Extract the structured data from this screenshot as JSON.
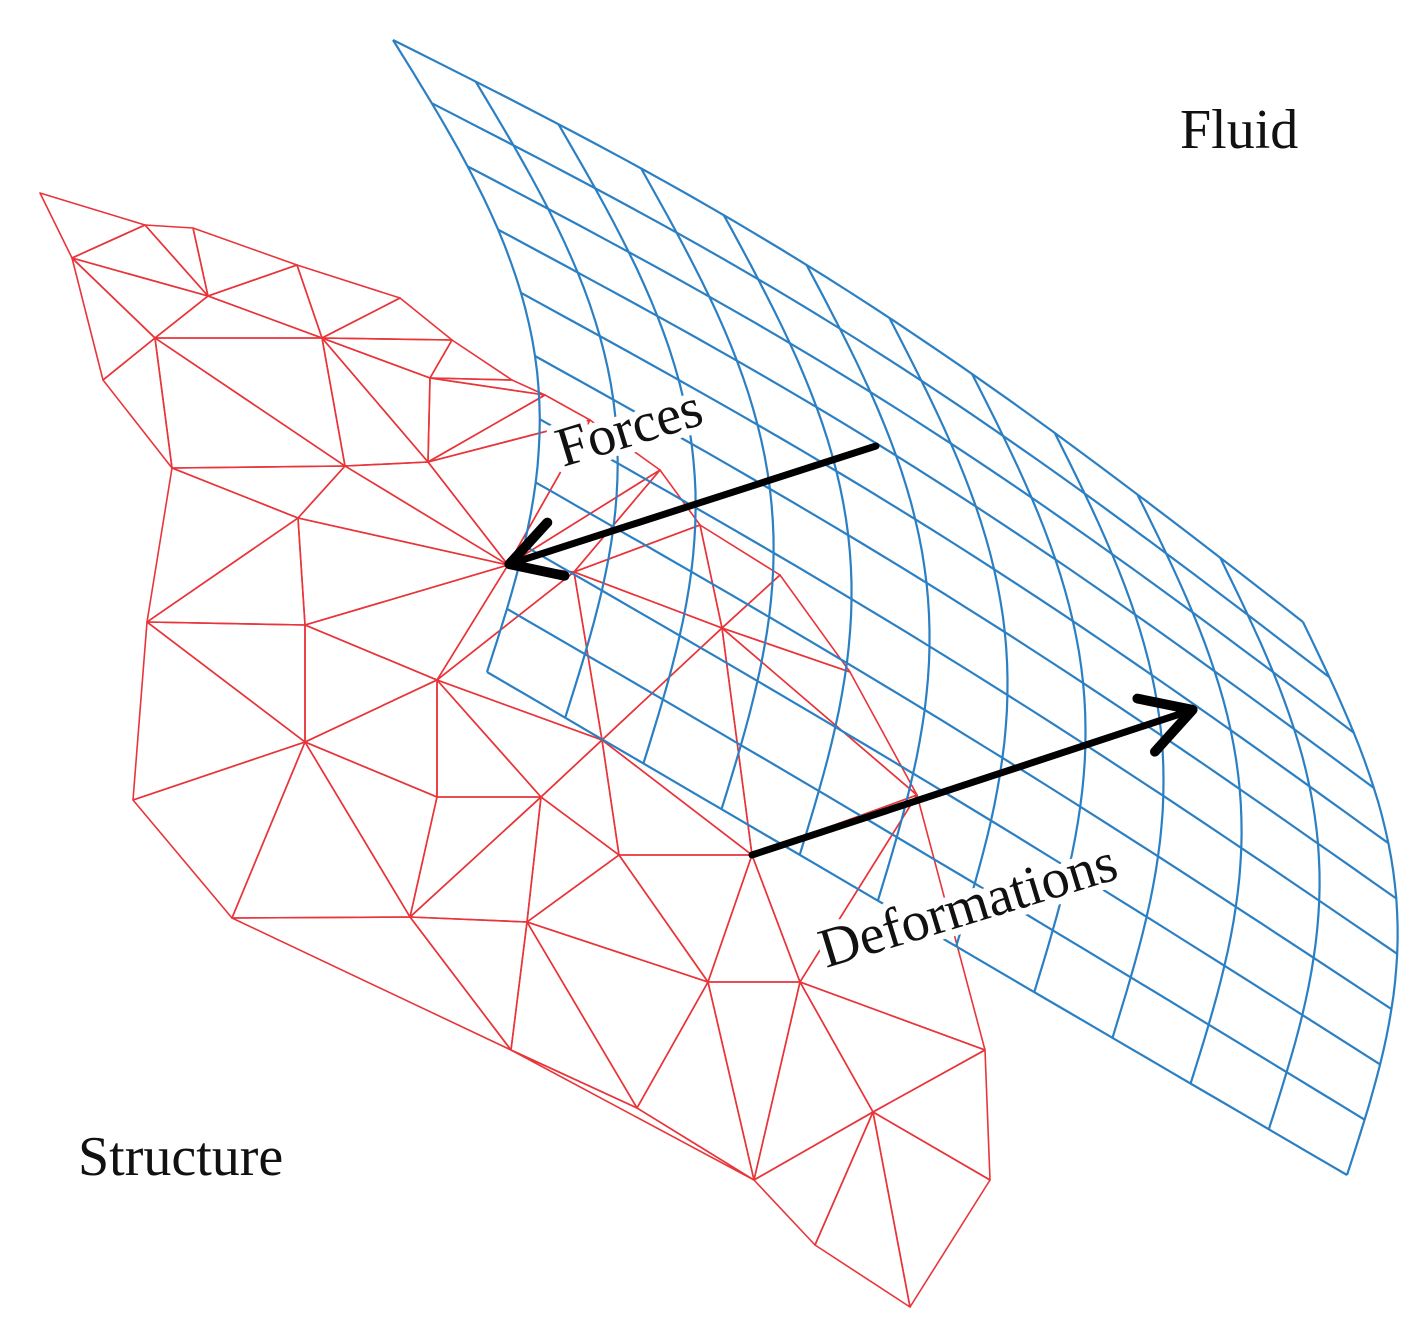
{
  "labels": {
    "fluid": "Fluid",
    "structure": "Structure",
    "forces": "Forces",
    "deformations": "Deformations"
  },
  "colors": {
    "fluid_mesh": "#2b7fc3",
    "structure_mesh": "#e8353a",
    "arrows": "#000000",
    "text": "#111111",
    "background": "#ffffff"
  },
  "meshes": {
    "fluid": {
      "type": "quadrilateral grid",
      "name": "fluid-mesh"
    },
    "structure": {
      "type": "triangular mesh",
      "name": "structure-mesh"
    }
  },
  "arrows": [
    {
      "name": "forces-arrow",
      "from": "fluid",
      "to": "structure",
      "label_key": "forces"
    },
    {
      "name": "deformations-arrow",
      "from": "structure",
      "to": "fluid",
      "label_key": "deformations"
    }
  ]
}
